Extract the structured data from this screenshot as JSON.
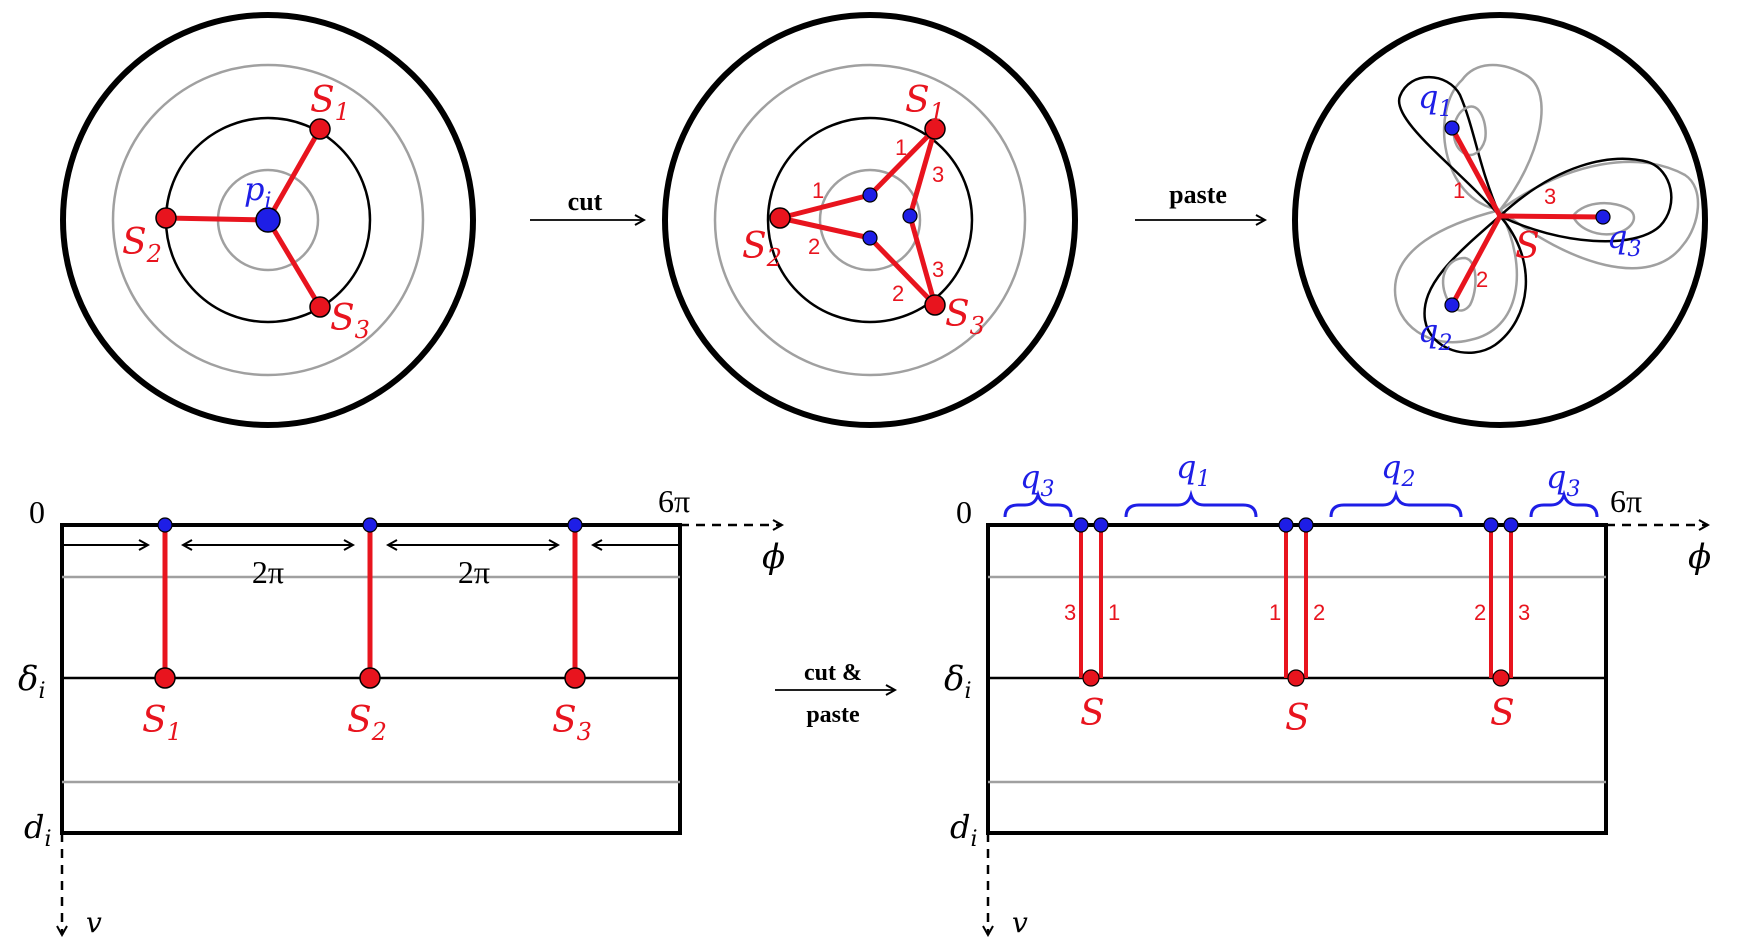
{
  "colors": {
    "red": "#e8141e",
    "blue": "#1e1ee6",
    "gray": "#a0a0a0",
    "black": "#000000"
  },
  "top": {
    "disk1": {
      "center": "p",
      "center_sub": "i",
      "s1": "S",
      "s1_sub": "1",
      "s2": "S",
      "s2_sub": "2",
      "s3": "S",
      "s3_sub": "3"
    },
    "arrow1": "cut",
    "disk2": {
      "s1": "S",
      "s1_sub": "1",
      "s2": "S",
      "s2_sub": "2",
      "s3": "S",
      "s3_sub": "3",
      "edges": [
        "1",
        "1",
        "2",
        "2",
        "3",
        "3"
      ]
    },
    "arrow2": "paste",
    "disk3": {
      "q1": "q",
      "q1_sub": "1",
      "q2": "q",
      "q2_sub": "2",
      "q3": "q",
      "q3_sub": "3",
      "center": "S",
      "edges": [
        "1",
        "2",
        "3"
      ]
    }
  },
  "bottom_left": {
    "y0": "0",
    "ydelta": "δ",
    "ydelta_sub": "i",
    "yd": "d",
    "yd_sub": "i",
    "xend": "6π",
    "xaxis": "ϕ",
    "yaxis": "v",
    "gap1": "2π",
    "gap2": "2π",
    "s1": "S",
    "s1_sub": "1",
    "s2": "S",
    "s2_sub": "2",
    "s3": "S",
    "s3_sub": "3"
  },
  "middle_arrow": {
    "line1": "cut &",
    "line2": "paste"
  },
  "bottom_right": {
    "y0": "0",
    "ydelta": "δ",
    "ydelta_sub": "i",
    "yd": "d",
    "yd_sub": "i",
    "xend": "6π",
    "xaxis": "ϕ",
    "yaxis": "v",
    "braces": [
      {
        "q": "q",
        "sub": "3"
      },
      {
        "q": "q",
        "sub": "1"
      },
      {
        "q": "q",
        "sub": "2"
      },
      {
        "q": "q",
        "sub": "3"
      }
    ],
    "edge_labels": [
      "3",
      "1",
      "1",
      "2",
      "2",
      "3"
    ],
    "s": "S"
  }
}
